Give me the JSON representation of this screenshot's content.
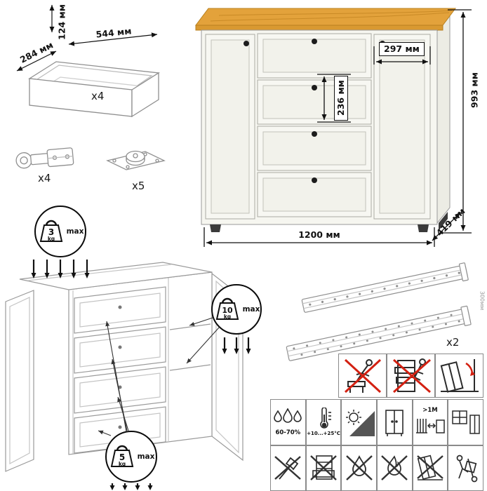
{
  "drawer_box": {
    "height_label": "124 мм",
    "width_label": "544 мм",
    "depth_label": "284 мм",
    "count_label": "x4"
  },
  "hardware": {
    "hinges_count_label": "x4",
    "feet_count_label": "x5"
  },
  "commode": {
    "width_label": "1200 мм",
    "height_label": "993 мм",
    "depth_label": "419 мм",
    "right_door_width_label": "297 мм",
    "drawer_height_label": "236 мм"
  },
  "weight_limits": {
    "top": {
      "value": "3",
      "unit": "kg",
      "max_label": "max"
    },
    "shelf": {
      "value": "10",
      "unit": "kg",
      "max_label": "max"
    },
    "drawers": {
      "value": "5",
      "unit": "kg",
      "max_label": "max"
    }
  },
  "slides": {
    "count_label": "x2",
    "length_label": "300мм"
  },
  "care": {
    "humidity_range": "60-70%",
    "temperature_range": "+10...+25°С",
    "heater_distance": ">1M"
  },
  "icons": {
    "weight": "kettlebell-weight",
    "safety": [
      "no-standing",
      "no-climbing",
      "anti-tip-secure-to-wall"
    ],
    "care_row1": [
      "humidity-drops",
      "thermometer",
      "sun-shade",
      "cabinet",
      "heater-distance",
      "window-cabinet"
    ],
    "care_row2": [
      "no-axe",
      "no-drag-open-drawer",
      "no-wet-cleaning",
      "no-flame",
      "no-tilt",
      "hand-truck-transport"
    ]
  },
  "colors": {
    "wood_top": "#E3A23B",
    "wood_edge": "#D99931",
    "line_gray": "#9A9A9A",
    "prohibition_red": "#D32011"
  }
}
